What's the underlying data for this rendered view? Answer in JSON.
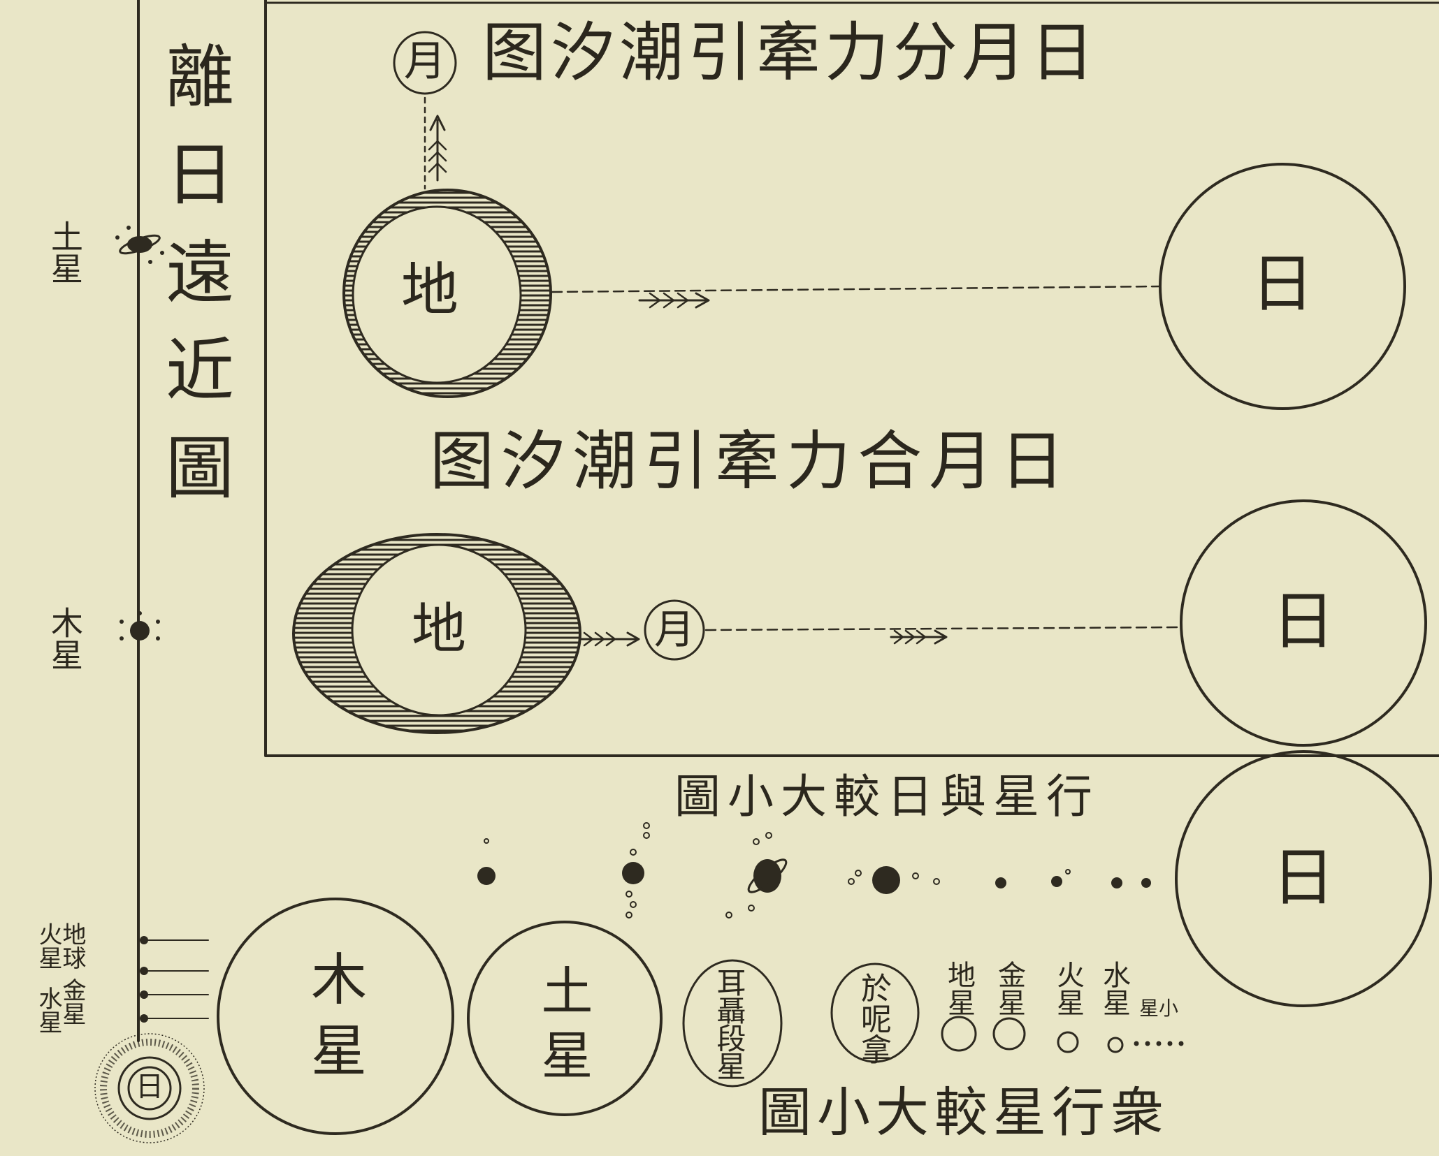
{
  "titles": {
    "separated_tide": "日月分力牽引潮汐图",
    "conjunct_tide": "日月合力牽引潮汐图",
    "sun_distance": "離日遠近圖",
    "planet_sun_compare": "行星與日較大小圖",
    "planets_compare": "衆行星較大小圖"
  },
  "labels": {
    "earth": "地",
    "moon": "月",
    "sun": "日",
    "jupiter": "木星",
    "saturn": "土星",
    "uranus": "耳聶段星",
    "neptune": "於呢拿",
    "earth_small": "地星",
    "venus": "金星",
    "mars": "火星",
    "mercury": "水星",
    "asteroids": "小星",
    "axis_saturn": "土星",
    "axis_jupiter": "木星",
    "axis_inner": [
      "火星",
      "地球",
      "金星",
      "水星"
    ]
  },
  "colors": {
    "paper": "#e9e6c7",
    "ink": "#2e2a20"
  }
}
